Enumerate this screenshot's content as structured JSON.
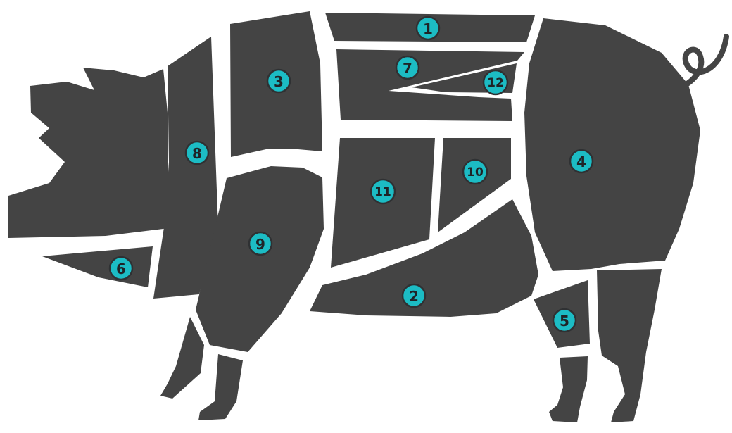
{
  "colors": {
    "cut_fill": "#444444",
    "badge_fill": "#1cbcc4",
    "background": "#ffffff"
  },
  "cuts": [
    {
      "id": "1",
      "label": "1"
    },
    {
      "id": "2",
      "label": "2"
    },
    {
      "id": "3",
      "label": "3"
    },
    {
      "id": "4",
      "label": "4"
    },
    {
      "id": "5",
      "label": "5"
    },
    {
      "id": "6",
      "label": "6"
    },
    {
      "id": "7",
      "label": "7"
    },
    {
      "id": "8",
      "label": "8"
    },
    {
      "id": "9",
      "label": "9"
    },
    {
      "id": "10",
      "label": "10"
    },
    {
      "id": "11",
      "label": "11"
    },
    {
      "id": "12",
      "label": "12"
    }
  ]
}
